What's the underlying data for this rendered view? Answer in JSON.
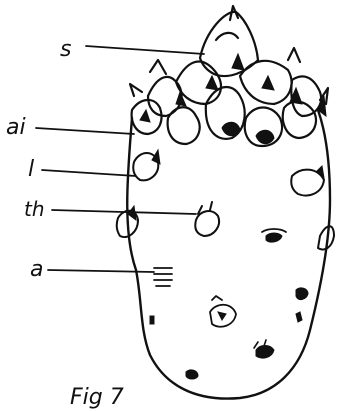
{
  "labels": {
    "s": "s",
    "ai": "ai",
    "l": "l",
    "th": "th",
    "a": "a"
  },
  "caption": "Fig 7"
}
